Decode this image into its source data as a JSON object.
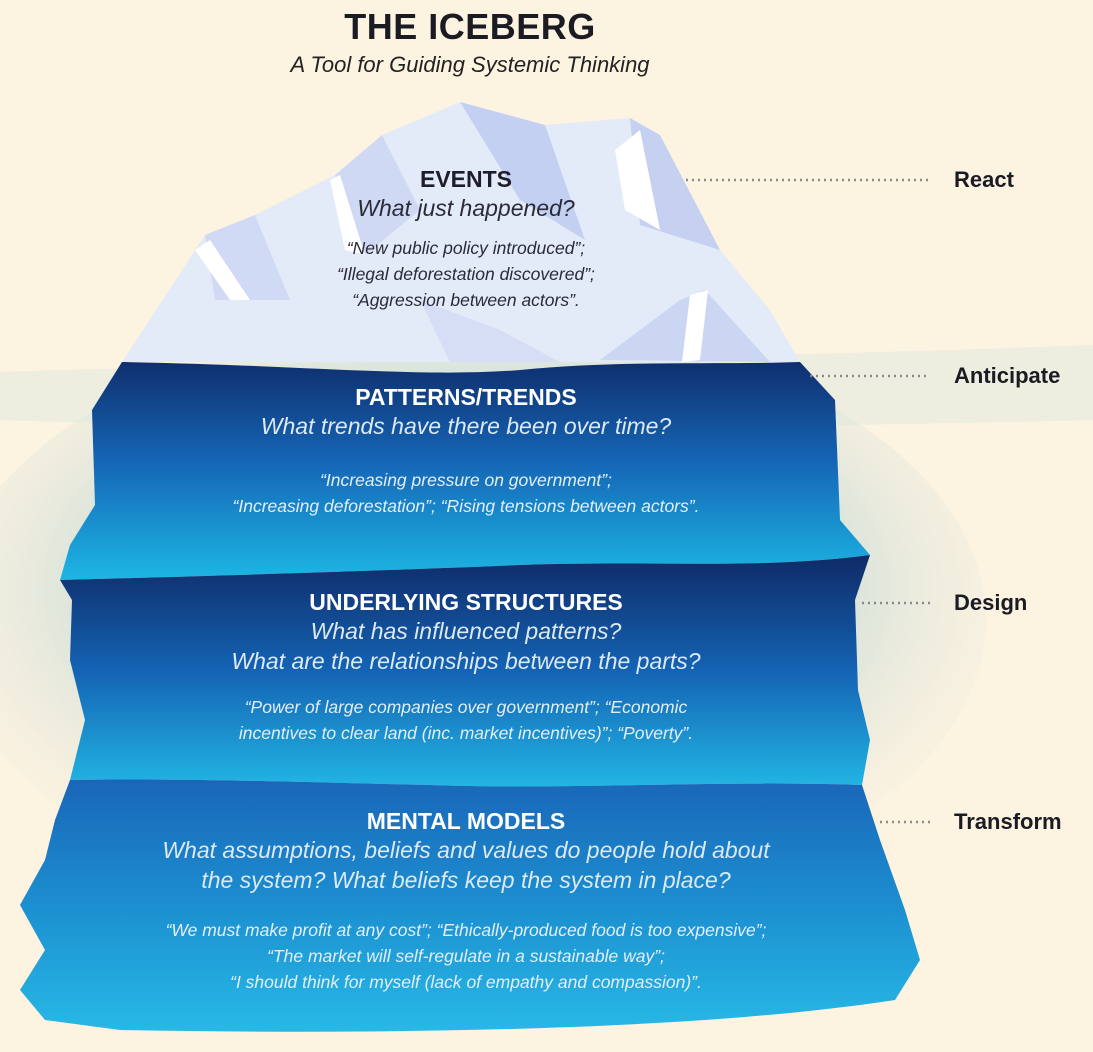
{
  "title": "THE ICEBERG",
  "subtitle": "A Tool for Guiding Systemic Thinking",
  "levels": [
    {
      "title": "EVENTS",
      "question": [
        "What just happened?"
      ],
      "examples": [
        "“New public policy introduced”;",
        "“Illegal deforestation discovered”;",
        "“Aggression between actors”."
      ],
      "action": "React"
    },
    {
      "title": "PATTERNS/TRENDS",
      "question": [
        "What trends have there been over time?"
      ],
      "examples": [
        "“Increasing pressure on government”;",
        "“Increasing deforestation”; “Rising tensions between actors”."
      ],
      "action": "Anticipate"
    },
    {
      "title": "UNDERLYING STRUCTURES",
      "question": [
        "What has influenced patterns?",
        "What are the relationships between the parts?"
      ],
      "examples": [
        "“Power of large companies over government”; “Economic",
        "incentives to clear land (inc. market incentives)”; “Poverty”."
      ],
      "action": "Design"
    },
    {
      "title": "MENTAL MODELS",
      "question": [
        "What assumptions, beliefs and values do people hold about",
        "the system? What beliefs keep the system in place?"
      ],
      "examples": [
        "“We must make profit at any cost”; “Ethically-produced food is too expensive”;",
        "“The market will self-regulate in a sustainable way”;",
        "“I should think for myself (lack of empathy and compassion)”."
      ],
      "action": "Transform"
    }
  ],
  "colors": {
    "background": "#fdf3e1",
    "ice_light": "#e3ebf8",
    "ice_shade": "#c3cff0",
    "water_dark": "#0f2f6e",
    "water_light": "#23b3e0",
    "connector": "#8a8a8a"
  }
}
